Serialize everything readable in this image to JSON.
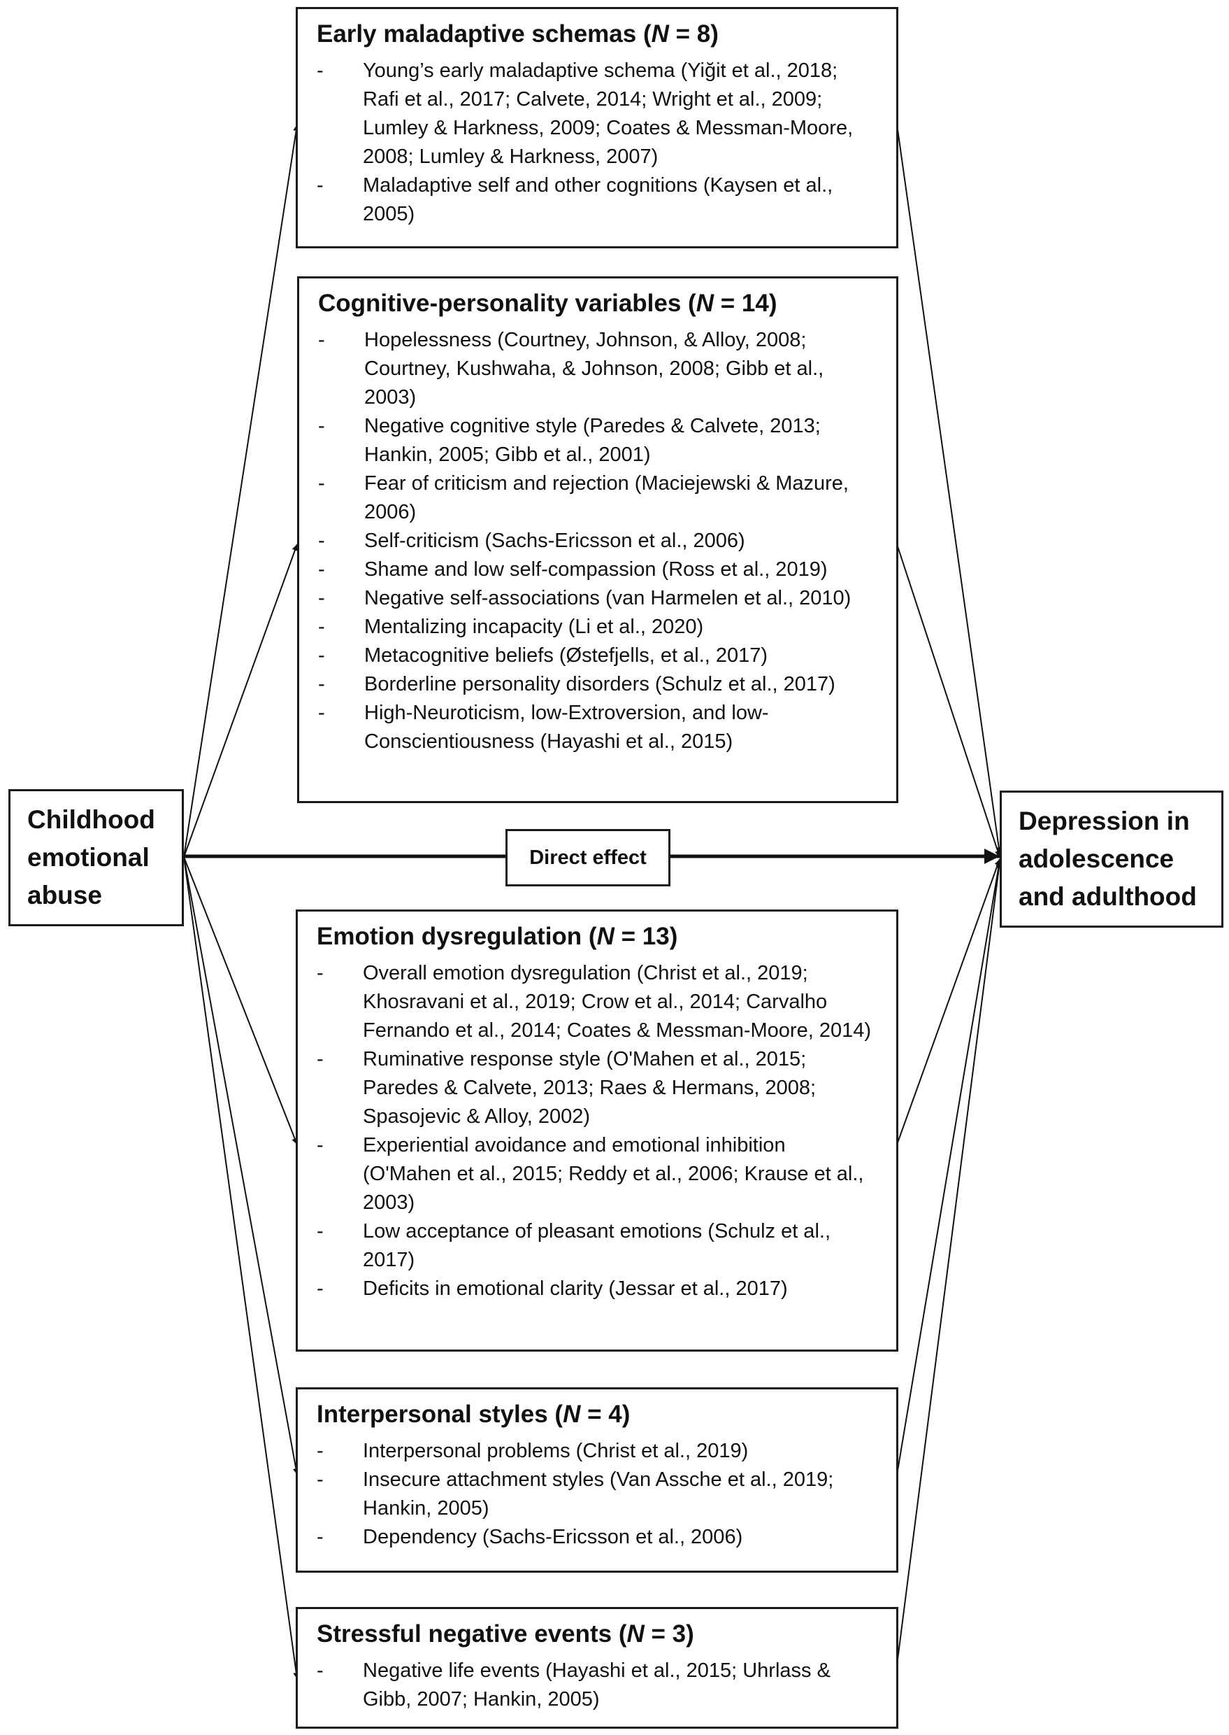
{
  "source_node": {
    "lines": [
      "Childhood",
      "emotional",
      "abuse"
    ]
  },
  "target_node": {
    "lines": [
      "Depression in",
      "adolescence",
      "and adulthood"
    ]
  },
  "direct_effect_label": "Direct effect",
  "mediators": [
    {
      "title": "Early maladaptive schemas",
      "n_label": "N",
      "n_value": " = 8",
      "items": [
        "Young’s early maladaptive schema (Yiğit et al., 2018; Rafi et al., 2017; Calvete, 2014; Wright et al., 2009; Lumley & Harkness, 2009; Coates & Messman-Moore, 2008; Lumley & Harkness, 2007)",
        "Maladaptive self and other cognitions (Kaysen et al., 2005)"
      ]
    },
    {
      "title": "Cognitive-personality variables",
      "n_label": "N",
      "n_value": " = 14",
      "items": [
        "Hopelessness (Courtney, Johnson, & Alloy, 2008; Courtney, Kushwaha, & Johnson, 2008; Gibb et al., 2003)",
        "Negative cognitive style (Paredes & Calvete, 2013; Hankin, 2005; Gibb et al., 2001)",
        "Fear of criticism and rejection (Maciejewski & Mazure, 2006)",
        "Self-criticism (Sachs-Ericsson et al., 2006)",
        "Shame and low self-compassion (Ross et al., 2019)",
        "Negative self-associations (van Harmelen et al., 2010)",
        "Mentalizing incapacity (Li et al., 2020)",
        "Metacognitive beliefs (Østefjells, et al., 2017)",
        "Borderline personality disorders (Schulz et al., 2017)",
        "High-Neuroticism, low-Extroversion, and low-Conscientiousness (Hayashi et al., 2015)"
      ]
    },
    {
      "title": "Emotion dysregulation",
      "n_label": "N",
      "n_value": " = 13",
      "items": [
        "Overall emotion dysregulation (Christ et al., 2019; Khosravani et al., 2019; Crow et al., 2014; Carvalho Fernando et al., 2014; Coates & Messman-Moore, 2014)",
        "Ruminative response style (O'Mahen et al., 2015; Paredes & Calvete, 2013; Raes & Hermans, 2008; Spasojevic & Alloy, 2002)",
        "Experiential avoidance and emotional inhibition (O'Mahen et al., 2015; Reddy et al., 2006; Krause et al., 2003)",
        "Low acceptance of pleasant emotions (Schulz et al., 2017)",
        "Deficits in emotional clarity (Jessar et al., 2017)"
      ]
    },
    {
      "title": "Interpersonal styles",
      "n_label": "N",
      "n_value": " = 4",
      "items": [
        "Interpersonal problems (Christ et al., 2019)",
        "Insecure attachment styles (Van Assche et al., 2019; Hankin, 2005)",
        "Dependency (Sachs-Ericsson et al., 2006)"
      ]
    },
    {
      "title": "Stressful negative events",
      "n_label": "N",
      "n_value": " = 3",
      "items": [
        "Negative life events (Hayashi et al., 2015; Uhrlass & Gibb, 2007; Hankin, 2005)"
      ]
    }
  ]
}
